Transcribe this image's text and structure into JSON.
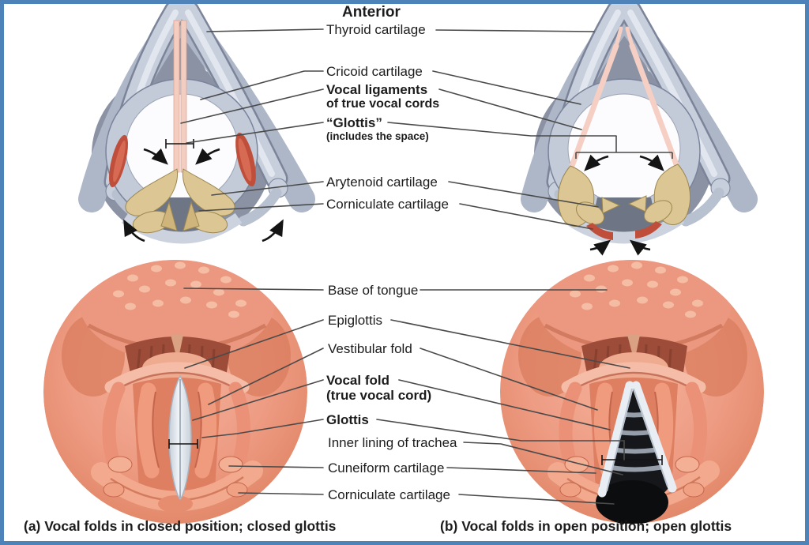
{
  "figure": {
    "orientation": "Anterior",
    "captions": {
      "a": "(a) Vocal folds in closed position; closed glottis",
      "b": "(b) Vocal folds in open position; open glottis"
    }
  },
  "top_labels": {
    "thyroid": "Thyroid cartilage",
    "cricoid": "Cricoid cartilage",
    "vocal_ligaments_1": "Vocal ligaments",
    "vocal_ligaments_2": "of true vocal cords",
    "glottis_1": "“Glottis”",
    "glottis_2": "(includes the space)",
    "arytenoid": "Arytenoid cartilage",
    "corniculate": "Corniculate cartilage"
  },
  "bottom_labels": {
    "base_of_tongue": "Base of tongue",
    "epiglottis": "Epiglottis",
    "vestibular_fold": "Vestibular fold",
    "vocal_fold_1": "Vocal fold",
    "vocal_fold_2": "(true vocal cord)",
    "glottis": "Glottis",
    "inner_lining": "Inner lining of trachea",
    "cuneiform": "Cuneiform cartilage",
    "corniculate": "Corniculate cartilage"
  },
  "colors": {
    "frame_border": "#4e83b9",
    "cartilage_blue": "#c7cfdc",
    "cartilage_shadow": "#8a92a4",
    "ligament_pink": "#f4cdc1",
    "arytenoid_tan": "#dcc693",
    "muscle_red": "#bf4f3b",
    "mucosa_salmon": "#ee9c84",
    "vocal_fold_white": "#eef1f5",
    "label_text": "#1c1c1c"
  }
}
